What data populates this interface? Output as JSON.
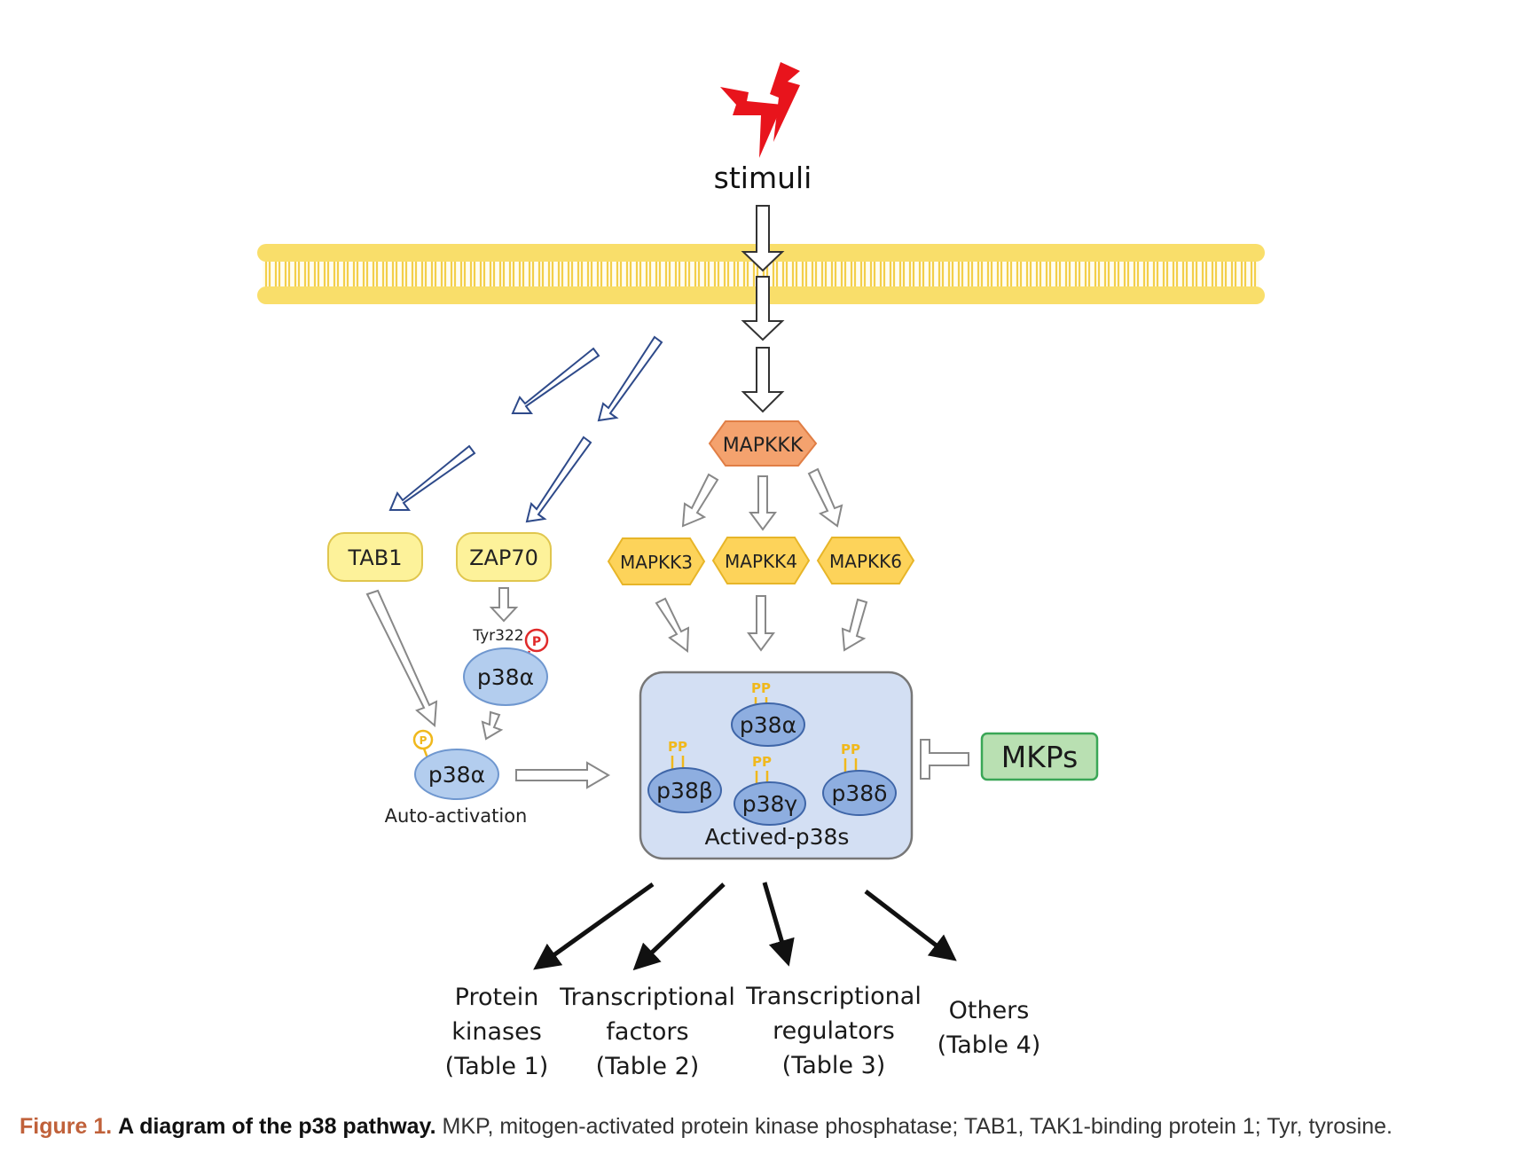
{
  "stimuli_label": "stimuli",
  "nodes": {
    "mapkkk": "MAPKKK",
    "mapkk3": "MAPKK3",
    "mapkk4": "MAPKK4",
    "mapkk6": "MAPKK6",
    "tab1": "TAB1",
    "zap70": "ZAP70",
    "tyr322": "Tyr322",
    "p38a_zap": "p38α",
    "p38a_auto": "p38α",
    "auto_activation": "Auto-activation",
    "mkps": "MKPs"
  },
  "phospho": {
    "p": "P",
    "pp": "PP"
  },
  "activated_box": {
    "label": "Actived-p38s",
    "isoforms": {
      "alpha": "p38α",
      "beta": "p38β",
      "gamma": "p38γ",
      "delta": "p38δ"
    }
  },
  "targets": [
    {
      "lines": [
        "Protein",
        "kinases",
        "(Table 1)"
      ]
    },
    {
      "lines": [
        "Transcriptional",
        "factors",
        "(Table 2)"
      ]
    },
    {
      "lines": [
        "Transcriptional",
        "regulators",
        "(Table 3)"
      ]
    },
    {
      "lines": [
        "Others",
        "(Table 4)"
      ]
    }
  ],
  "caption": {
    "label": "Figure 1.",
    "title": "A diagram of the p38 pathway.",
    "text": "MKP, mitogen-activated protein kinase phosphatase; TAB1, TAK1-binding protein 1; Tyr, tyrosine."
  },
  "colors": {
    "stimulus_bolt": "#e8141c",
    "membrane": "#f9de6a",
    "mapkkk_fill": "#f4a26e",
    "mapkk_fill": "#fdd35a",
    "tab_fill": "#fdf29a",
    "p38_fill": "#b3cdee",
    "p38_active_fill": "#8eaee0",
    "box_fill": "#d3dff3",
    "mkps_fill": "#b9e0b2",
    "mkps_stroke": "#3aa656",
    "blue_arrow": "#2e4a8a",
    "phospho_red": "#e02a2a",
    "phospho_yellow": "#f0b81c",
    "caption_label": "#c0613a"
  }
}
